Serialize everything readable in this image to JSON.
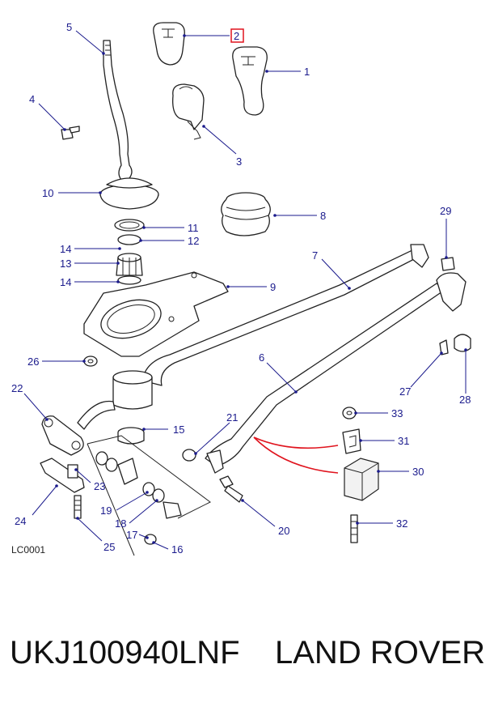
{
  "diagram": {
    "code": "LC0001",
    "highlighted_callout": "2",
    "highlight_color": "#e0141e",
    "callout_color": "#1a1a8c",
    "callouts": [
      "1",
      "2",
      "3",
      "4",
      "5",
      "6",
      "7",
      "8",
      "9",
      "10",
      "11",
      "12",
      "13",
      "14",
      "14",
      "15",
      "16",
      "17",
      "18",
      "19",
      "20",
      "21",
      "22",
      "23",
      "24",
      "25",
      "26",
      "27",
      "28",
      "29",
      "30",
      "31",
      "32",
      "33"
    ]
  },
  "footer": {
    "part_number": "UKJ100940LNF",
    "brand": "LAND ROVER"
  }
}
